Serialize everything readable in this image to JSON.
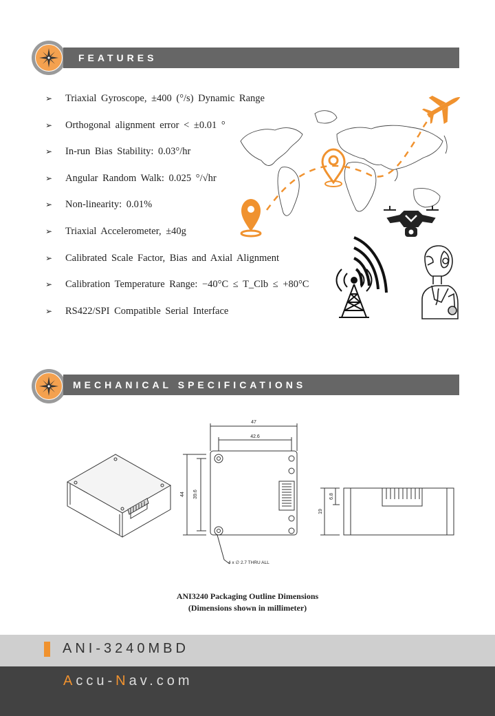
{
  "features_section": {
    "title": "FEATURES"
  },
  "features": [
    "Triaxial  Gyroscope,  ±400 (°/s) Dynamic  Range",
    "Orthogonal  alignment  error < ±0.01 °",
    "In-run  Bias Stability:  0.03°/hr",
    "Angular  Random  Walk: 0.025 °/√hr",
    "Non-linearity:  0.01%",
    "Triaxial  Accelerometer,  ±40g",
    "Calibrated  Scale Factor, Bias and Axial  Alignment",
    "Calibration  Temperature  Range:  −40°C ≤ T_Clb ≤ +80°C",
    "RS422/SPI Compatible  Serial  Interface"
  ],
  "mechanical_section": {
    "title": "MECHANICAL  SPECIFICATIONS"
  },
  "drawing": {
    "dim_width": "47",
    "dim_hole_spacing": "42.6",
    "dim_height": "44",
    "dim_hole_height": "39.6",
    "dim_side_height": "19",
    "dim_connector": "6.8",
    "hole_note": "4 x ∅ 2.7 THRU ALL"
  },
  "caption": {
    "line1": "ANI3240 Packaging Outline Dimensions",
    "line2": "(Dimensions  shown  in millimeter)"
  },
  "footer": {
    "product": "ANI-3240MBD",
    "site_a": "A",
    "site_ccu": "ccu-",
    "site_n": "N",
    "site_rest": "av.com"
  },
  "colors": {
    "accent": "#f0922f",
    "bar": "#666666",
    "footer_dark": "#424242",
    "footer_light": "#cfcfcf"
  },
  "icons": [
    "compass-icon",
    "airplane-icon",
    "location-pin-icon",
    "drone-icon",
    "robot-icon",
    "radio-tower-icon",
    "world-map"
  ]
}
